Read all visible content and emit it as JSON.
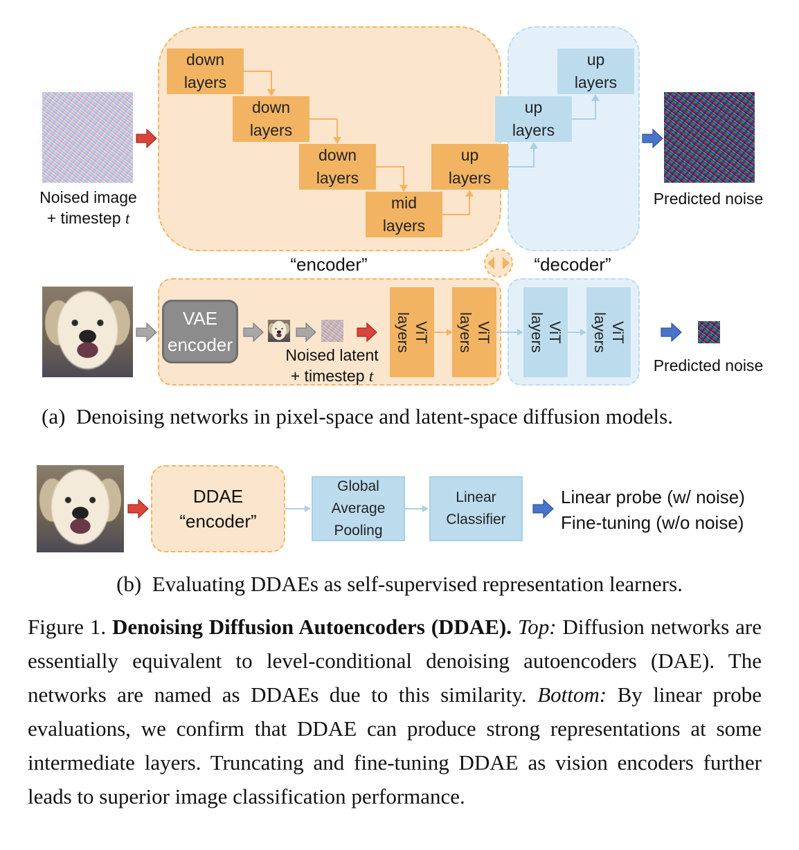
{
  "part_a": {
    "top": {
      "input_label_line1": "Noised image",
      "input_label_line2": "+ timestep ",
      "timestep_var": "t",
      "down_blocks": [
        "down\nlayers",
        "down\nlayers",
        "down\nlayers"
      ],
      "mid_block": "mid\nlayers",
      "up_blocks": [
        "up\nlayers",
        "up\nlayers",
        "up\nlayers"
      ],
      "output_label": "Predicted noise",
      "encoder_label": "“encoder”",
      "decoder_label": "“decoder”"
    },
    "bottom": {
      "vae_label": "VAE\nencoder",
      "noised_latent_line1": "Noised latent",
      "noised_latent_line2": "+ timestep ",
      "timestep_var": "t",
      "vit_blocks": [
        "ViT\nlayers",
        "ViT\nlayers",
        "ViT\nlayers",
        "ViT\nlayers"
      ],
      "output_label": "Predicted noise"
    },
    "caption_tag": "(a)",
    "caption": "Denoising networks in pixel-space and latent-space diffusion models."
  },
  "part_b": {
    "ddae_label": "DDAE\n“encoder”",
    "gap_label": "Global\nAverage\nPooling",
    "linear_label": "Linear\nClassifier",
    "result_line1": "Linear probe (w/ noise)",
    "result_line2": "Fine-tuning (w/o noise)",
    "caption_tag": "(b)",
    "caption": "Evaluating DDAEs as self-supervised representation learners."
  },
  "figure_caption": {
    "prefix": "Figure 1. ",
    "bold_title": "Denoising Diffusion Autoencoders (DDAE).",
    "top_label": "Top:",
    "top_text": " Diffusion networks are essentially equivalent to level-conditional denoising autoencoders (DAE). The networks are named as DDAEs due to this similarity. ",
    "bottom_label": "Bottom:",
    "bottom_text": " By linear probe evaluations, we confirm that DDAE can produce strong representations at some intermediate layers. Truncating and fine-tuning DDAE as vision encoders further leads to superior image classification performance."
  },
  "colors": {
    "encoder_fill": "#fbe5cc",
    "encoder_block": "#f2b462",
    "decoder_fill": "#e4f0f9",
    "decoder_block": "#bcdcee",
    "arrow_red": "#d9453a",
    "arrow_blue": "#4a74c8",
    "arrow_gray": "#9a9a9a",
    "vae_gray": "#8c8c8c"
  },
  "icons": [
    "dog-image",
    "noised-dog-image",
    "noise-image",
    "latent-thumbnail",
    "right-arrow",
    "double-arrow"
  ]
}
